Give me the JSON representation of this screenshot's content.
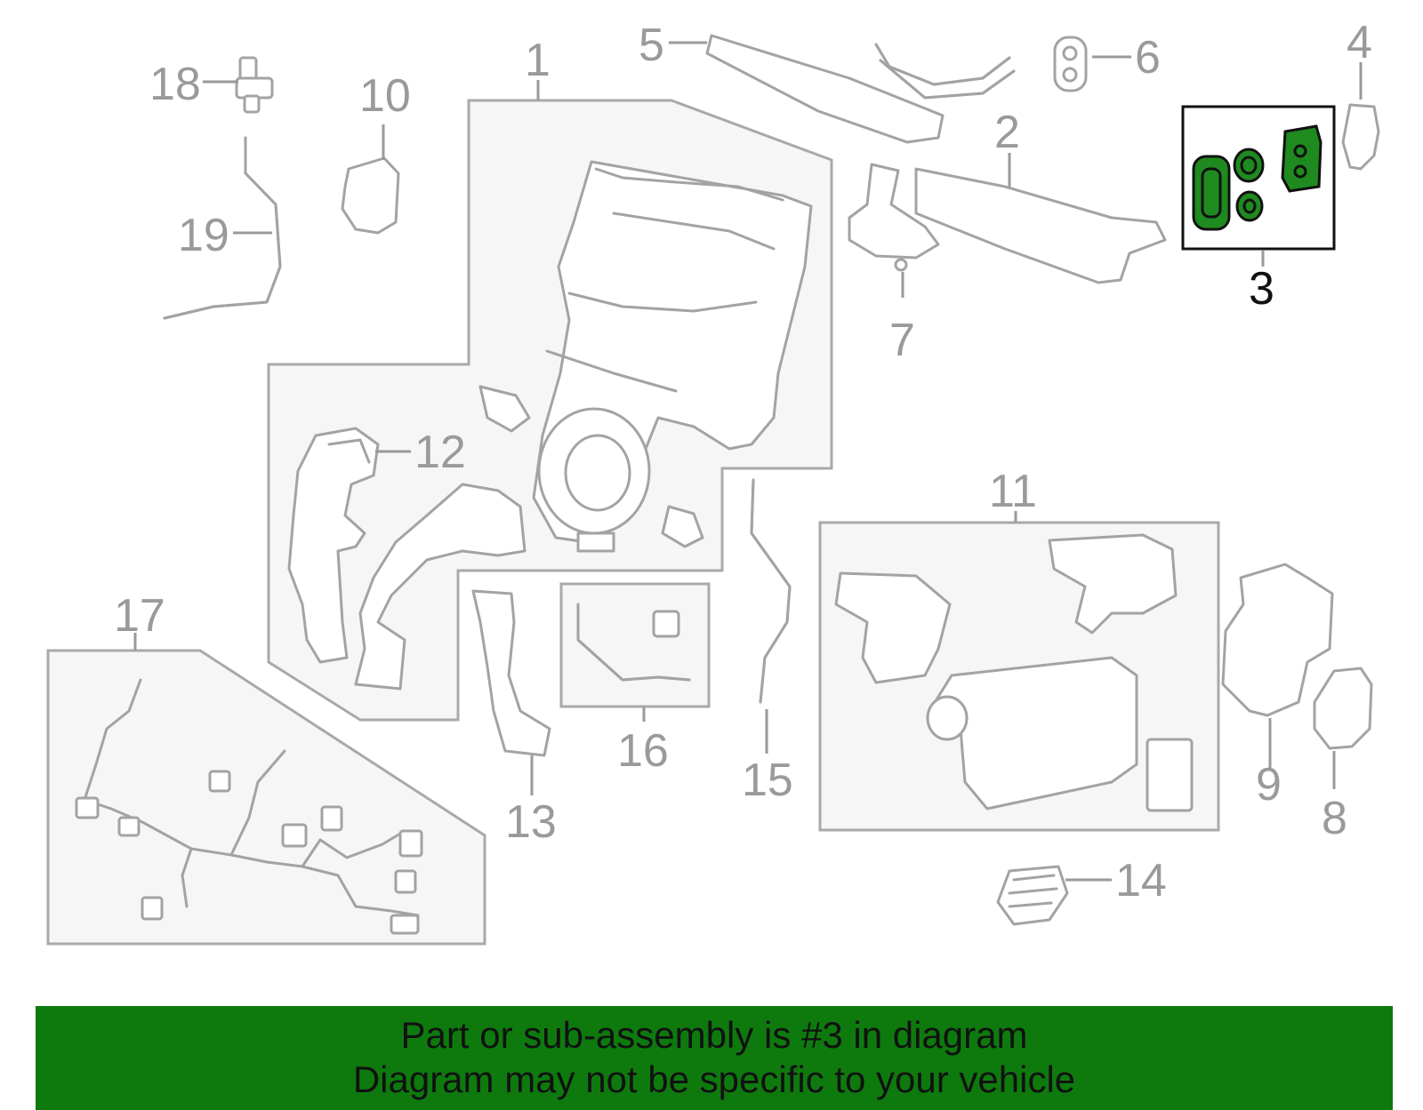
{
  "callouts": {
    "c1": "1",
    "c2": "2",
    "c3": "3",
    "c4": "4",
    "c5": "5",
    "c6": "6",
    "c7": "7",
    "c8": "8",
    "c9": "9",
    "c10": "10",
    "c11": "11",
    "c12": "12",
    "c13": "13",
    "c14": "14",
    "c15": "15",
    "c16": "16",
    "c17": "17",
    "c18": "18",
    "c19": "19"
  },
  "highlighted_part": "3",
  "colors": {
    "highlight": "#1f8a1f",
    "banner": "#0e7a0e",
    "outline": "#a3a3a3"
  },
  "banner": {
    "line1": "Part or sub-assembly is #3 in diagram",
    "line2": "Diagram may not be specific to your vehicle"
  }
}
